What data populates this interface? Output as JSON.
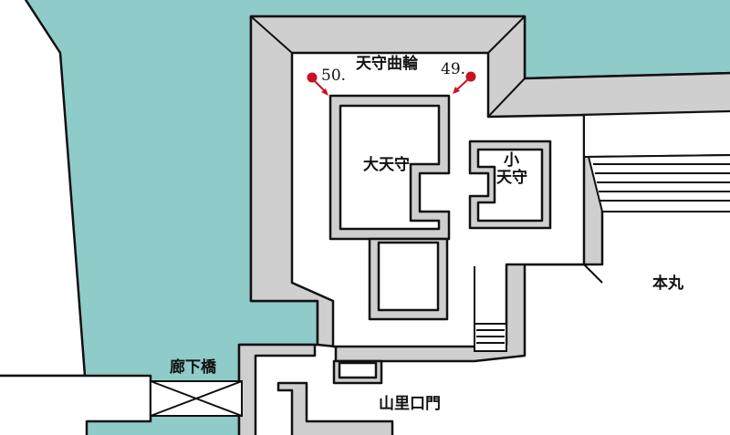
{
  "colors": {
    "water": "#8fcbc8",
    "wall": "#cfcfcf",
    "marker": "#cc1020"
  },
  "labels": {
    "tenshu_kuruwa": "天守曲輪",
    "dai_tenshu": "大天守",
    "sho_tenshu_1": "小",
    "sho_tenshu_2": "天守",
    "honmaru": "本丸",
    "roka_bashi": "廊下橋",
    "yamazato_guchi_mon": "山里口門"
  },
  "markers": [
    {
      "number": "50.",
      "icon": "red-dot-arrow"
    },
    {
      "number": "49.",
      "icon": "red-dot-arrow"
    }
  ]
}
